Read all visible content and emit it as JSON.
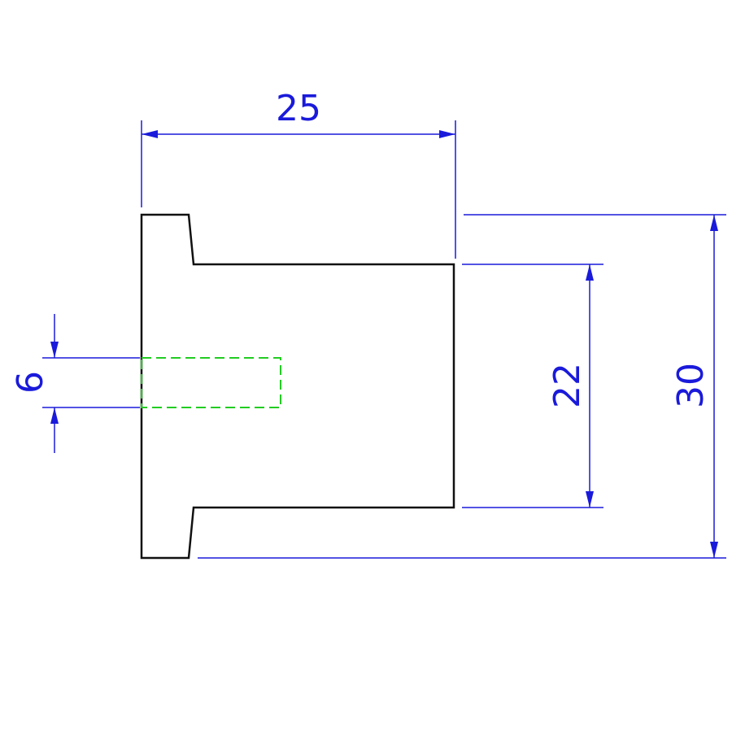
{
  "dimensions": {
    "width_label": "25",
    "inner_height_label": "22",
    "outer_height_label": "30",
    "bore_label": "6"
  },
  "colors": {
    "outline": "#111111",
    "dimension": "#1a1adb",
    "hidden_line": "#22cc22",
    "background": "#ffffff"
  }
}
